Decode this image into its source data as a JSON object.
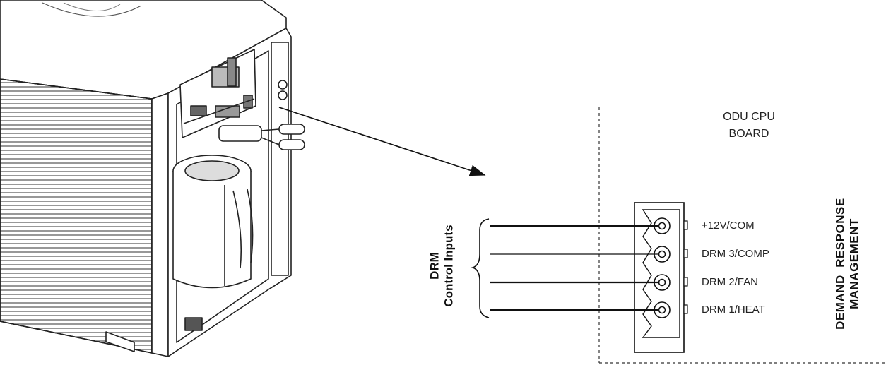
{
  "board": {
    "line1": "ODU CPU",
    "line2": "BOARD"
  },
  "inputs_label": {
    "line1": "DRM",
    "line2": "Control Inputs"
  },
  "side_label": {
    "line1": "DEMAND  RESPONSE",
    "line2": "MANAGEMENT"
  },
  "terminals": [
    {
      "label": "+12V/COM"
    },
    {
      "label": "DRM 3/COMP"
    },
    {
      "label": "DRM 2/FAN"
    },
    {
      "label": "DRM 1/HEAT"
    }
  ],
  "colors": {
    "line": "#111111",
    "dashed": "#333333"
  }
}
